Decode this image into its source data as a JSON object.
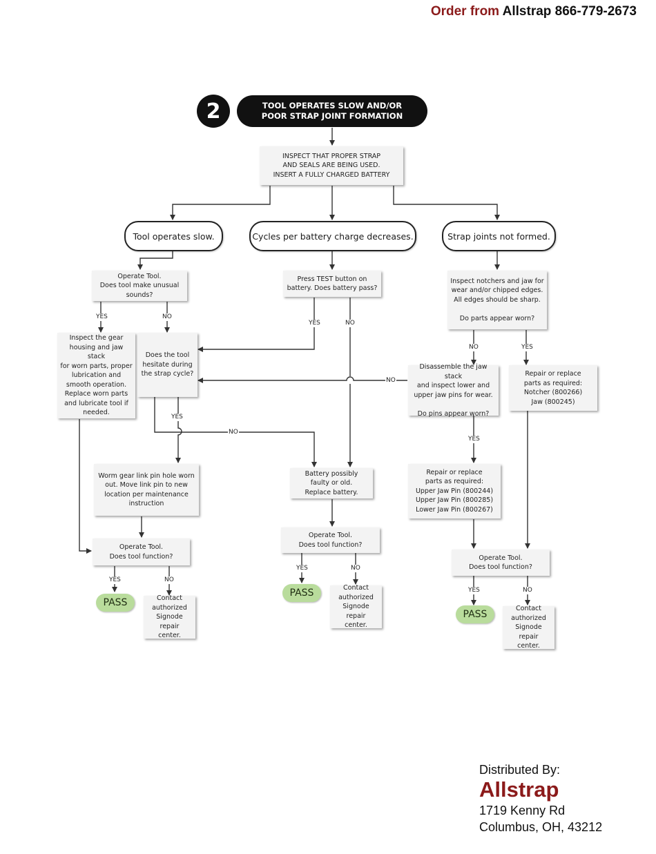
{
  "header": {
    "order_label": "Order from",
    "company_phone": "Allstrap 866-779-2673"
  },
  "flowchart": {
    "step_number": "2",
    "title": "TOOL OPERATES SLOW AND/OR\nPOOR STRAP JOINT FORMATION",
    "inspect": "INSPECT THAT PROPER STRAP\nAND SEALS ARE BEING USED.\nINSERT A FULLY CHARGED BATTERY",
    "branch_slow": "Tool operates slow.",
    "branch_cycles": "Cycles per battery charge decreases.",
    "branch_strap": "Strap joints not formed.",
    "operate_sounds": "Operate Tool.\nDoes tool make unusual\nsounds?",
    "press_test": "Press TEST button on\nbattery. Does battery pass?",
    "inspect_notchers": "Inspect notchers and jaw for\nwear and/or chipped edges.\nAll edges should be sharp.\n\nDo parts appear worn?",
    "inspect_gear": "Inspect the gear\nhousing and jaw stack\nfor worn parts, proper\nlubrication and\nsmooth operation.\nReplace worn parts\nand lubricate tool if\nneeded.",
    "hesitate": "Does the tool\nhesitate during\nthe strap cycle?",
    "disassemble": "Disassemble the jaw stack\nand inspect lower and\nupper jaw pins for wear.\n\nDo pins appear worn?",
    "repair_notcher": "Repair or replace\nparts as required:\nNotcher (800266)\nJaw (800245)",
    "worm_gear": "Worm gear link pin hole worn\nout. Move link pin to new\nlocation per maintenance\ninstruction",
    "battery_faulty": "Battery possibly\nfaulty or old.\nReplace battery.",
    "repair_pins": "Repair or replace\nparts as required:\nUpper Jaw Pin (800244)\nUpper Jaw Pin (800285)\nLower Jaw Pin (800267)",
    "operate_function_1": "Operate Tool.\nDoes tool function?",
    "operate_function_2": "Operate Tool.\nDoes tool function?",
    "operate_function_3": "Operate Tool.\nDoes tool function?",
    "contact_1": "Contact\nauthorized\nSignode repair\ncenter.",
    "contact_2": "Contact\nauthorized\nSignode repair\ncenter.",
    "contact_3": "Contact\nauthorized\nSignode repair\ncenter.",
    "pass_label": "PASS",
    "yes_label": "YES",
    "no_label": "NO"
  },
  "footer": {
    "distributed_by": "Distributed By:",
    "brand": "Allstrap",
    "address": "1719 Kenny Rd\nColumbus, OH, 43212"
  },
  "colors": {
    "brand_red": "#8b1a1a",
    "pass_green": "#b9dc9c",
    "box_fill": "#f3f3f3"
  }
}
